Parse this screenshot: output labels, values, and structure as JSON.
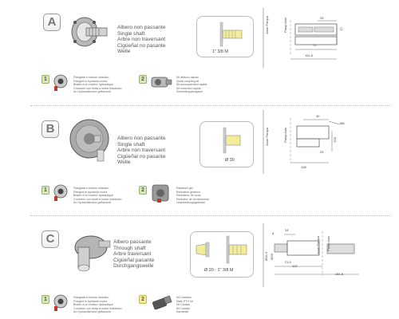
{
  "sections": [
    {
      "letter": "A",
      "shaft_lines": [
        "Albero non passante",
        "Single shaft",
        "Arbre non traversant",
        "Cigüeñal no pasante",
        "Welle"
      ],
      "shaft_label": "1\" 3/8 M",
      "dims": {
        "left": "Asse Pompa",
        "right": "Pump Axis",
        "d1": "26",
        "d2": "70",
        "d3": "151.5",
        "d4": "17",
        "d5": "70"
      },
      "option1": {
        "number": "1",
        "lines": [
          "Flangiata a motore idraulico",
          "Flanged to hydraulic motor",
          "Bridée à un moteur hydraulique",
          "Conexión con brida a motor hidráulico",
          "An Hydraulikmotor geflanscht"
        ]
      },
      "option2": {
        "number": "2",
        "lines": [
          "Kit attacco rapido",
          "Quick coupling kit",
          "Kit accouplement rapide",
          "Kit conexión rápida",
          "Schnellkupplungsset"
        ]
      }
    },
    {
      "letter": "B",
      "shaft_lines": [
        "Albero non passante",
        "Single shaft",
        "Arbre non traversant",
        "Cigüeñal no pasante",
        "Welle"
      ],
      "shaft_label": "Ø 30",
      "dims": {
        "left": "Asse Pompa",
        "right": "Pump Axis",
        "d1": "40",
        "d2": "M8",
        "d3": "158",
        "d4": "25",
        "d5": "200"
      },
      "option1": {
        "number": "1",
        "lines": [
          "Flangiata a motore idraulico",
          "Flanged to hydraulic motor",
          "Bridée à un moteur hydraulique",
          "Conexión con brida a motor hidráulico",
          "An Hydraulikmotor geflanscht"
        ]
      },
      "option2": {
        "number": "2",
        "lines": [
          "Riduttore gel",
          "Reduction gearbox",
          "Réducteur de tours",
          "Reductor de revoluciones",
          "Untersetzungsgetriebe"
        ]
      }
    },
    {
      "letter": "C",
      "shaft_lines": [
        "Albero passante",
        "Through shaft",
        "Arbre traversant",
        "Cigüeñal pasante",
        "Durchgangswelle"
      ],
      "shaft_label": "Ø 20 - 1\" 3/8 M",
      "dims": {
        "left": "Asse Pompa",
        "right": "Pump Axis",
        "d1": "34",
        "d2": "113",
        "d3": "151.5",
        "d4": "Ø16.4",
        "d5": "8",
        "d6": "Ø20",
        "d7": "21.5"
      },
      "option1": {
        "number": "1",
        "lines": [
          "Flangiata a motore idraulico",
          "Flanged to hydraulic motor",
          "Bridée à un moteur hydraulique",
          "Conexión con brida a motor hidráulico",
          "An Hydraulikmotor geflanscht"
        ]
      },
      "option2": {
        "number": "2",
        "lines": [
          "Kit Cardano",
          "Male PTO kit",
          "Kit Cardan",
          "Kit Cardán",
          "Kardankit"
        ]
      }
    }
  ]
}
